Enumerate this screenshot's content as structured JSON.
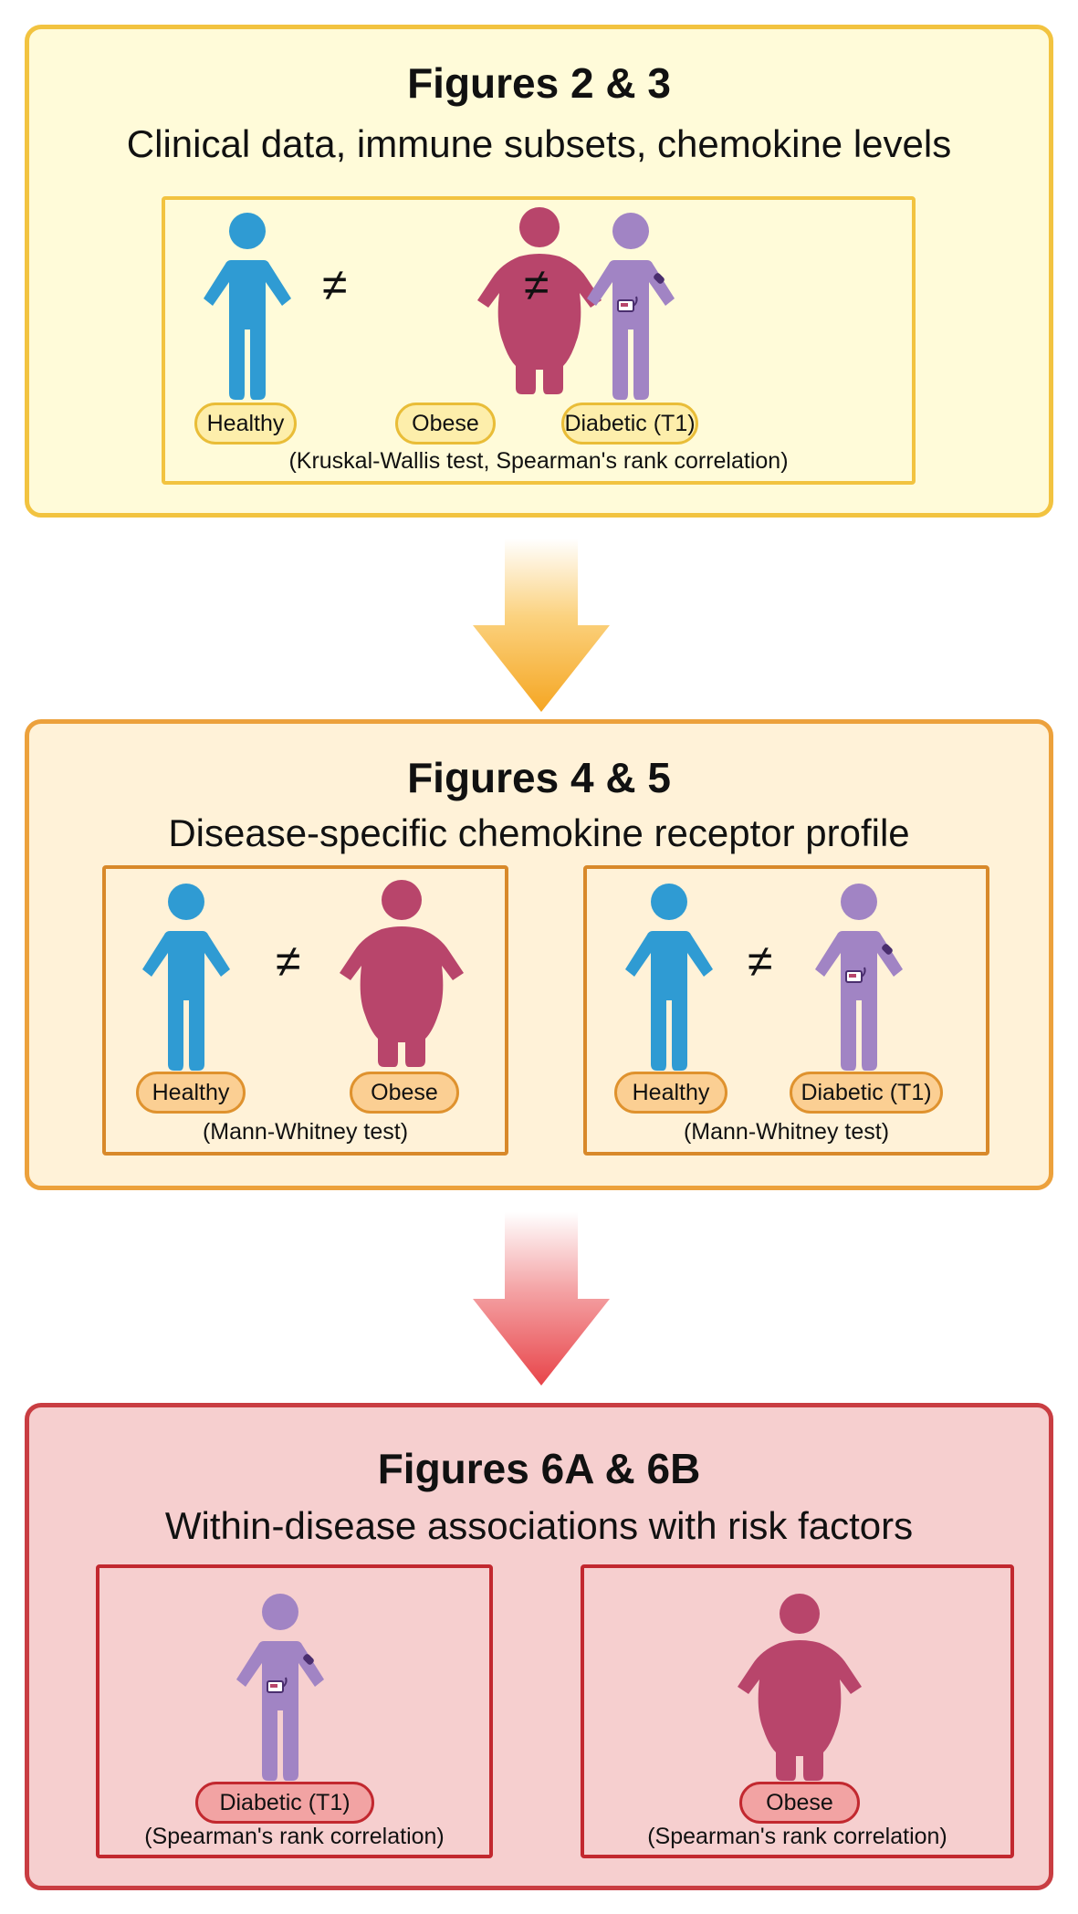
{
  "panels": [
    {
      "title": "Figures 2 & 3",
      "subtitle": "Clinical data, immune subsets, chemokine levels",
      "groups": [
        "Healthy",
        "Obese",
        "Diabetic (T1)"
      ],
      "neq": "≠",
      "test": "(Kruskal-Wallis test, Spearman's rank correlation)"
    },
    {
      "title": "Figures 4 & 5",
      "subtitle": "Disease-specific chemokine receptor profile",
      "left": {
        "groups": [
          "Healthy",
          "Obese"
        ],
        "neq": "≠",
        "test": "(Mann-Whitney test)"
      },
      "right": {
        "groups": [
          "Healthy",
          "Diabetic (T1)"
        ],
        "neq": "≠",
        "test": "(Mann-Whitney test)"
      }
    },
    {
      "title": "Figures 6A & 6B",
      "subtitle": "Within-disease associations with risk factors",
      "left": {
        "group": "Diabetic (T1)",
        "test": "(Spearman's rank correlation)"
      },
      "right": {
        "group": "Obese",
        "test": "(Spearman's rank correlation)"
      }
    }
  ],
  "colors": {
    "healthy": "#2f9bd3",
    "obese": "#b8456b",
    "diabetic": "#a184c4",
    "arrow1": "#f5a623",
    "arrow2": "#e8454a"
  }
}
